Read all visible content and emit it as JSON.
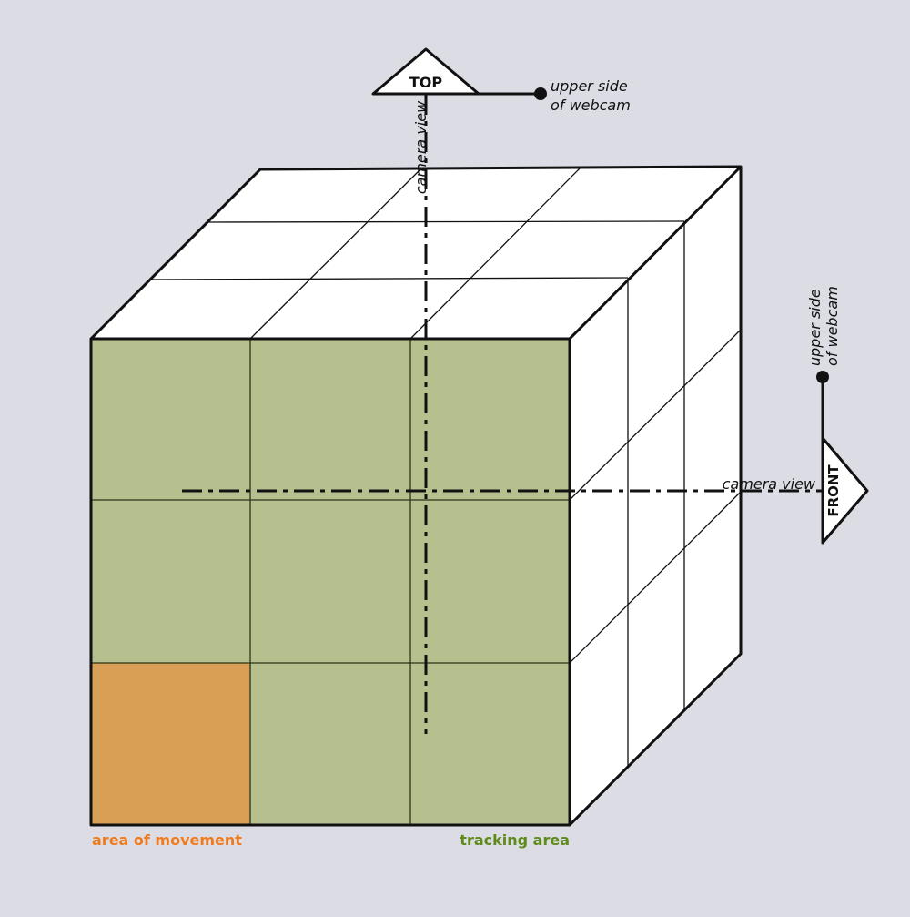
{
  "labels": {
    "top": "TOP",
    "front": "FRONT",
    "upper_side_line1": "upper side",
    "upper_side_line2": "of webcam",
    "camera_view": "camera view",
    "area_of_movement": "area of movement",
    "tracking_area": "tracking area"
  },
  "colors": {
    "background": "#dcdde4",
    "tracking_area": "#b6c08e",
    "area_of_movement": "#d9a055",
    "area_of_movement_text": "#f07a1e",
    "tracking_area_text": "#5f8a1c",
    "line": "#111111"
  },
  "grid": {
    "rows": 3,
    "cols": 3,
    "highlighted_cell": {
      "row": 2,
      "col": 0
    }
  }
}
